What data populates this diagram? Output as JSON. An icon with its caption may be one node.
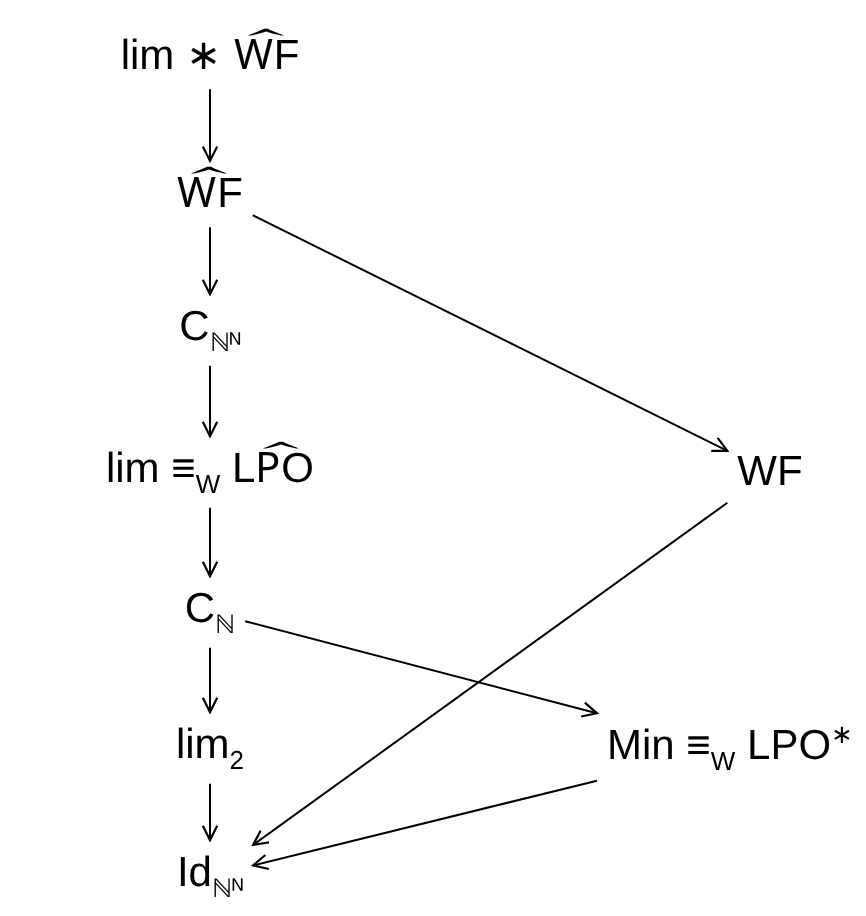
{
  "diagram": {
    "nodes": [
      {
        "text": [
          "lim ∗ W᷍F"
        ]
      },
      {
        "text": [
          "W᷍F"
        ]
      },
      {
        "text": [
          "C$_{ℕᴺ}$"
        ]
      },
      {
        "text": [
          "lim ≡$_{W}$ LP᷍O"
        ]
      },
      {
        "text": [
          "C$_{ℕ}$"
        ]
      },
      {
        "text": [
          "lim$_{2}$"
        ]
      },
      {
        "text": [
          "Id$_{ℕᴺ}$"
        ]
      },
      {
        "text": [
          "WF"
        ]
      },
      {
        "text": [
          "Min ≡$_{W}$ LPO$^{∗}$"
        ]
      }
    ],
    "edges": [
      {
        "from": 0,
        "to": 1,
        "arrow": "to"
      },
      {
        "from": 1,
        "to": 2,
        "arrow": "to"
      },
      {
        "from": 2,
        "to": 3,
        "arrow": "to"
      },
      {
        "from": 3,
        "to": 4,
        "arrow": "to"
      },
      {
        "from": 4,
        "to": 5,
        "arrow": "to"
      },
      {
        "from": 5,
        "to": 6,
        "arrow": "to"
      },
      {
        "from": 1,
        "to": 7,
        "arrow": "to"
      },
      {
        "from": 7,
        "to": 6,
        "arrow": "to"
      },
      {
        "from": 4,
        "to": 8,
        "arrow": "to"
      },
      {
        "from": 8,
        "to": 6,
        "arrow": "to"
      }
    ]
  }
}
